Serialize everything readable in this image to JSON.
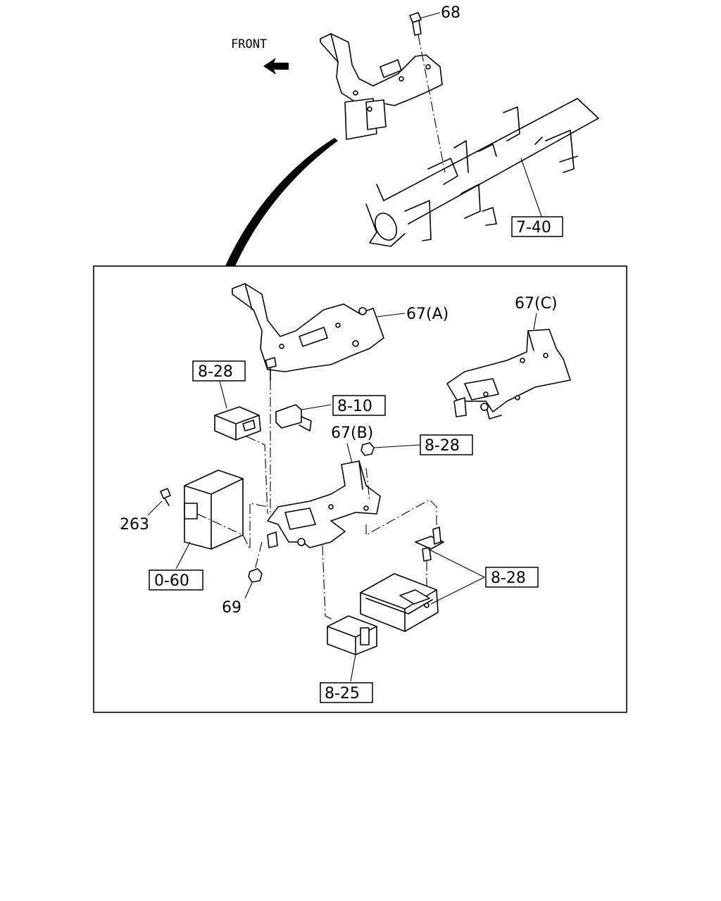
{
  "labels": {
    "front": "FRONT",
    "p68": "68",
    "p740": "7-40",
    "p67a": "67(A)",
    "p67c": "67(C)",
    "p67b": "67(B)",
    "p828_a": "8-28",
    "p810": "8-10",
    "p828_b": "8-28",
    "p263": "263",
    "p060": "0-60",
    "p69": "69",
    "p828_c": "8-28",
    "p825": "8-25"
  }
}
